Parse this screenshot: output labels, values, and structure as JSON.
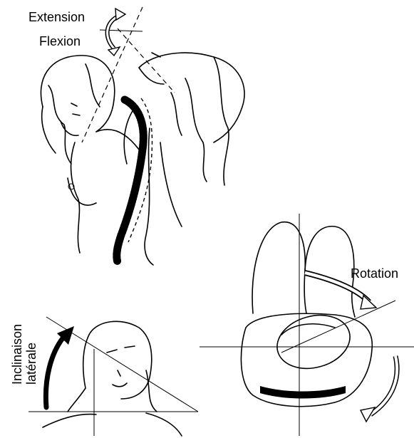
{
  "labels": {
    "extension": "Extension",
    "flexion": "Flexion",
    "rotation": "Rotation",
    "lateral_line1": "Inclinaison",
    "lateral_line2": "latérale"
  },
  "colors": {
    "ink": "#000000",
    "background": "#ffffff"
  },
  "icons": {
    "flex_ext_arrow": "double-curved-arrow-icon",
    "rotation_arrow": "curved-arrow-icon",
    "lateral_arrow": "curved-arrow-icon"
  }
}
